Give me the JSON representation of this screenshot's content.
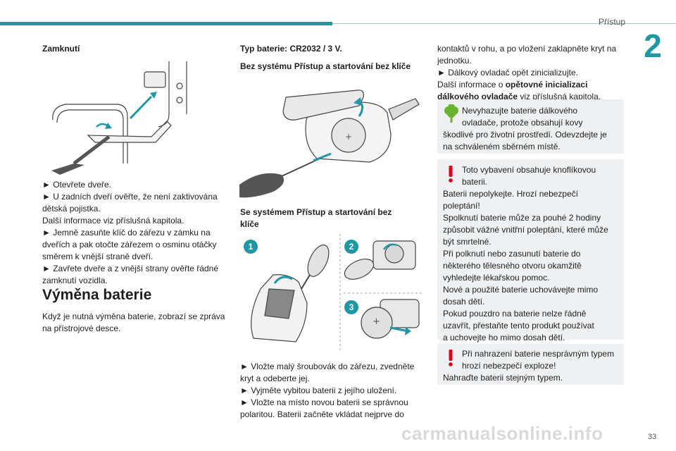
{
  "header": {
    "title": "Přístup",
    "chapter": "2",
    "page_number": "33"
  },
  "watermark": "carmanualsonline.info",
  "col1": {
    "heading": "Zamknutí",
    "steps": [
      "► Otevřete dveře.",
      "► U zadních dveří ověřte, že není zaktivována",
      "dětská pojistka.",
      "Další informace viz příslušná kapitola.",
      "► Jemně zasuňte klíč do zářezu v zámku na",
      "dveřích a pak otočte zářezem o osminu otáčky",
      "směrem k vnější straně dveří.",
      "► Zavřete dveře a z vnější strany ověřte řádné",
      "zamknutí vozidla."
    ],
    "section_title": "Výměna baterie",
    "section_text": [
      "Když je nutná výměna baterie, zobrazí se zpráva",
      "na přístrojové desce."
    ]
  },
  "col2": {
    "battery_type": "Typ baterie: CR2032 / 3 V.",
    "subhead1": "Bez systému Přístup a startování bez klíče",
    "subhead2_l1": "Se systémem Přístup a startování bez",
    "subhead2_l2": "klíče",
    "badges": [
      "1",
      "2",
      "3"
    ],
    "steps": [
      "► Vložte malý šroubovák do zářezu, zvedněte",
      "kryt a odeberte jej.",
      "► Vyjměte vybitou baterii z jejího uložení.",
      "► Vložte na místo novou baterii se správnou",
      "polaritou. Baterii začněte vkládat nejprve do"
    ]
  },
  "col3": {
    "intro": [
      "kontaktů v rohu, a po vložení zaklapněte kryt na",
      "jednotku.",
      "► Dálkový ovladač opět zinicializujte."
    ],
    "info_prefix": "Další informace o ",
    "info_bold1": "opětovné inicializaci",
    "info_bold2": "dálkového ovladače",
    "info_suffix": " viz příslušná kapitola.",
    "eco_box": [
      "Nevyhazujte baterie dálkového",
      "ovladače, protože obsahují kovy",
      "škodlivé pro životní prostředí. Odevzdejte je",
      "na schváleném sběrném místě."
    ],
    "warning_box1": [
      "Toto vybavení obsahuje knoflíkovou",
      "baterii.",
      "Baterii nepolykejte. Hrozí nebezpečí",
      "poleptání!",
      "Spolknutí baterie může za pouhé 2 hodiny",
      "způsobit vážné vnitřní poleptání, které může",
      "být smrtelné.",
      "Při polknutí nebo zasunutí baterie do",
      "některého tělesného otvoru okamžitě",
      "vyhledejte lékařskou pomoc.",
      "Nové a použité baterie uchovávejte mimo",
      "dosah dětí.",
      "Pokud pouzdro na baterie nelze řádně",
      "uzavřít, přestaňte tento produkt používat",
      "a uchovejte ho mimo dosah dětí."
    ],
    "warning_box2": [
      "Při nahrazení baterie nesprávným typem",
      "hrozí nebezpečí exploze!",
      "Nahraďte baterii stejným typem."
    ]
  },
  "colors": {
    "accent": "#1d98a5",
    "warning": "#e2001a",
    "eco": "#6ab42d",
    "box_bg": "#eef0f2"
  }
}
